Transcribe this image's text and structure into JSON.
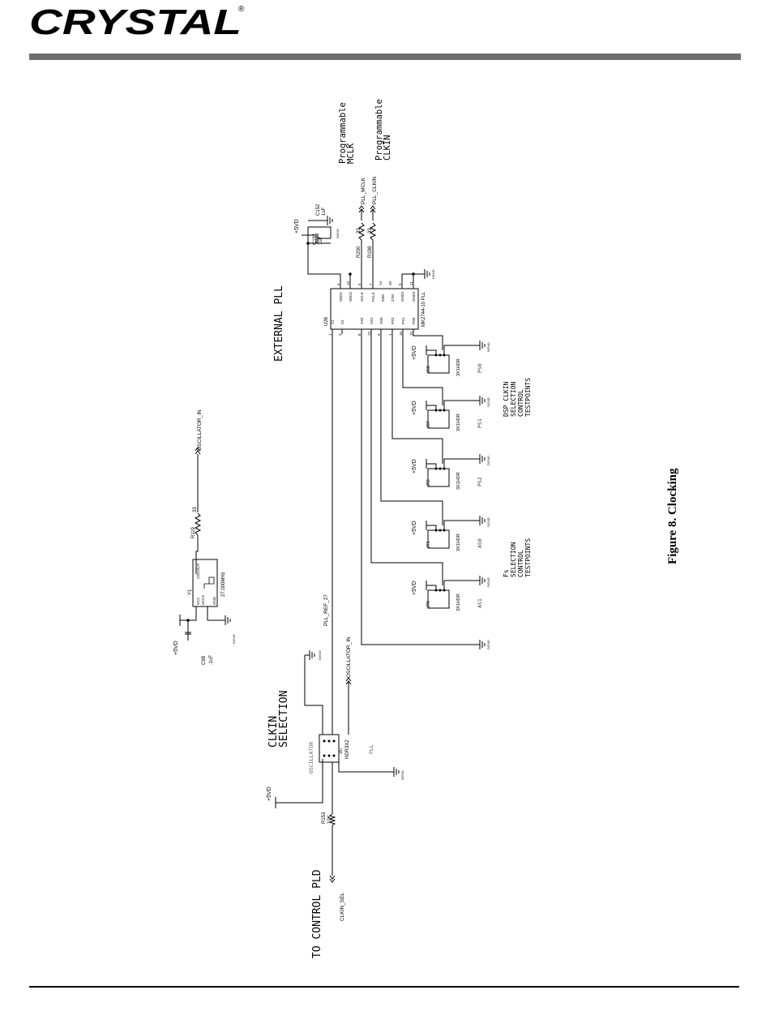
{
  "header": {
    "logo_text": "CRYSTAL",
    "registered_mark": "®"
  },
  "figure_caption": "Figure 8.  Clocking",
  "sections": {
    "external_pll": "EXTERNAL PLL",
    "clkin_line1": "CLKIN",
    "clkin_line2": "SELECTION",
    "control_pld": "TO CONTROL PLD",
    "prog_mclk_1": "Programmable",
    "prog_mclk_2": "MCLK",
    "prog_clkin_1": "Programmable",
    "prog_clkin_2": "CLKIN",
    "dsp_1": "DSP CLKIN",
    "dsp_2": "SELECTION",
    "dsp_3": "CONTROL",
    "dsp_4": "TESTPOINTS",
    "fs_1": "Fs",
    "fs_2": "SELECTION",
    "fs_3": "CONTROL",
    "fs_4": "TESTPOINTS"
  },
  "pll": {
    "ref": "U26",
    "part": "MK2744-10 PLL",
    "left_pins": [
      {
        "name": "X1",
        "num": "1"
      },
      {
        "name": "X2",
        "num": "2"
      },
      {
        "name": "AS2",
        "num": "8"
      },
      {
        "name": "AS1",
        "num": "12"
      },
      {
        "name": "AS0",
        "num": "9"
      },
      {
        "name": "PS2",
        "num": "1"
      },
      {
        "name": "PS1",
        "num": "16"
      },
      {
        "name": "PS0",
        "num": "15"
      }
    ],
    "right_pins": [
      {
        "name": "VDD1",
        "num": "4"
      },
      {
        "name": "VDD2",
        "num": "13"
      },
      {
        "name": "ACLK",
        "num": "6"
      },
      {
        "name": "PCLK",
        "num": "7"
      },
      {
        "name": "33M",
        "num": "14"
      },
      {
        "name": "27M",
        "num": "10"
      },
      {
        "name": "GND1",
        "num": "5"
      },
      {
        "name": "GND2",
        "num": "11"
      }
    ]
  },
  "nets": {
    "oscillator_in": "OSCILLATOR_IN",
    "pll_ref": "PLL_REF_27",
    "pll_mclk": "PLL_MCLK",
    "pll_clkin": "PLL_CLKIN",
    "clkin_sel": "CLKIN_SEL",
    "vdd": "+5VD",
    "gnd": "DGND"
  },
  "parts": {
    "c151": {
      "ref": "C151",
      "val": "1uF"
    },
    "c152": {
      "ref": "C152",
      "val": "1uF"
    },
    "r200": {
      "ref": "R200",
      "val": "33"
    },
    "r198": {
      "ref": "R198",
      "val": "33"
    },
    "r119": {
      "ref": "R119",
      "val": "33"
    },
    "r153": {
      "ref": "R153",
      "val": "10K"
    },
    "c98": {
      "ref": "C98",
      "val": ".1uF"
    },
    "y1": {
      "ref": "Y1",
      "freq": "27.000MHz",
      "pin_vcc": "VCC",
      "pin_vcc2": "VCC2",
      "pin_gnd": "GND",
      "pin_out": "OSCOUT"
    },
    "j67": {
      "ref": "J67",
      "type": "HDR3X2",
      "opt_a": "OSCILLATOR",
      "opt_b": "PLL"
    }
  },
  "headers": [
    {
      "ref": "J68",
      "type": "3X1HDR",
      "label": "PS0"
    },
    {
      "ref": "J67",
      "type": "3X1HDR",
      "label": "PS1"
    },
    {
      "ref": "J72",
      "type": "3X1HDR",
      "label": "PS2"
    },
    {
      "ref": "J71",
      "type": "3X1HDR",
      "label": "AS0"
    },
    {
      "ref": "J70",
      "type": "3X1HDR",
      "label": "AS1"
    }
  ]
}
